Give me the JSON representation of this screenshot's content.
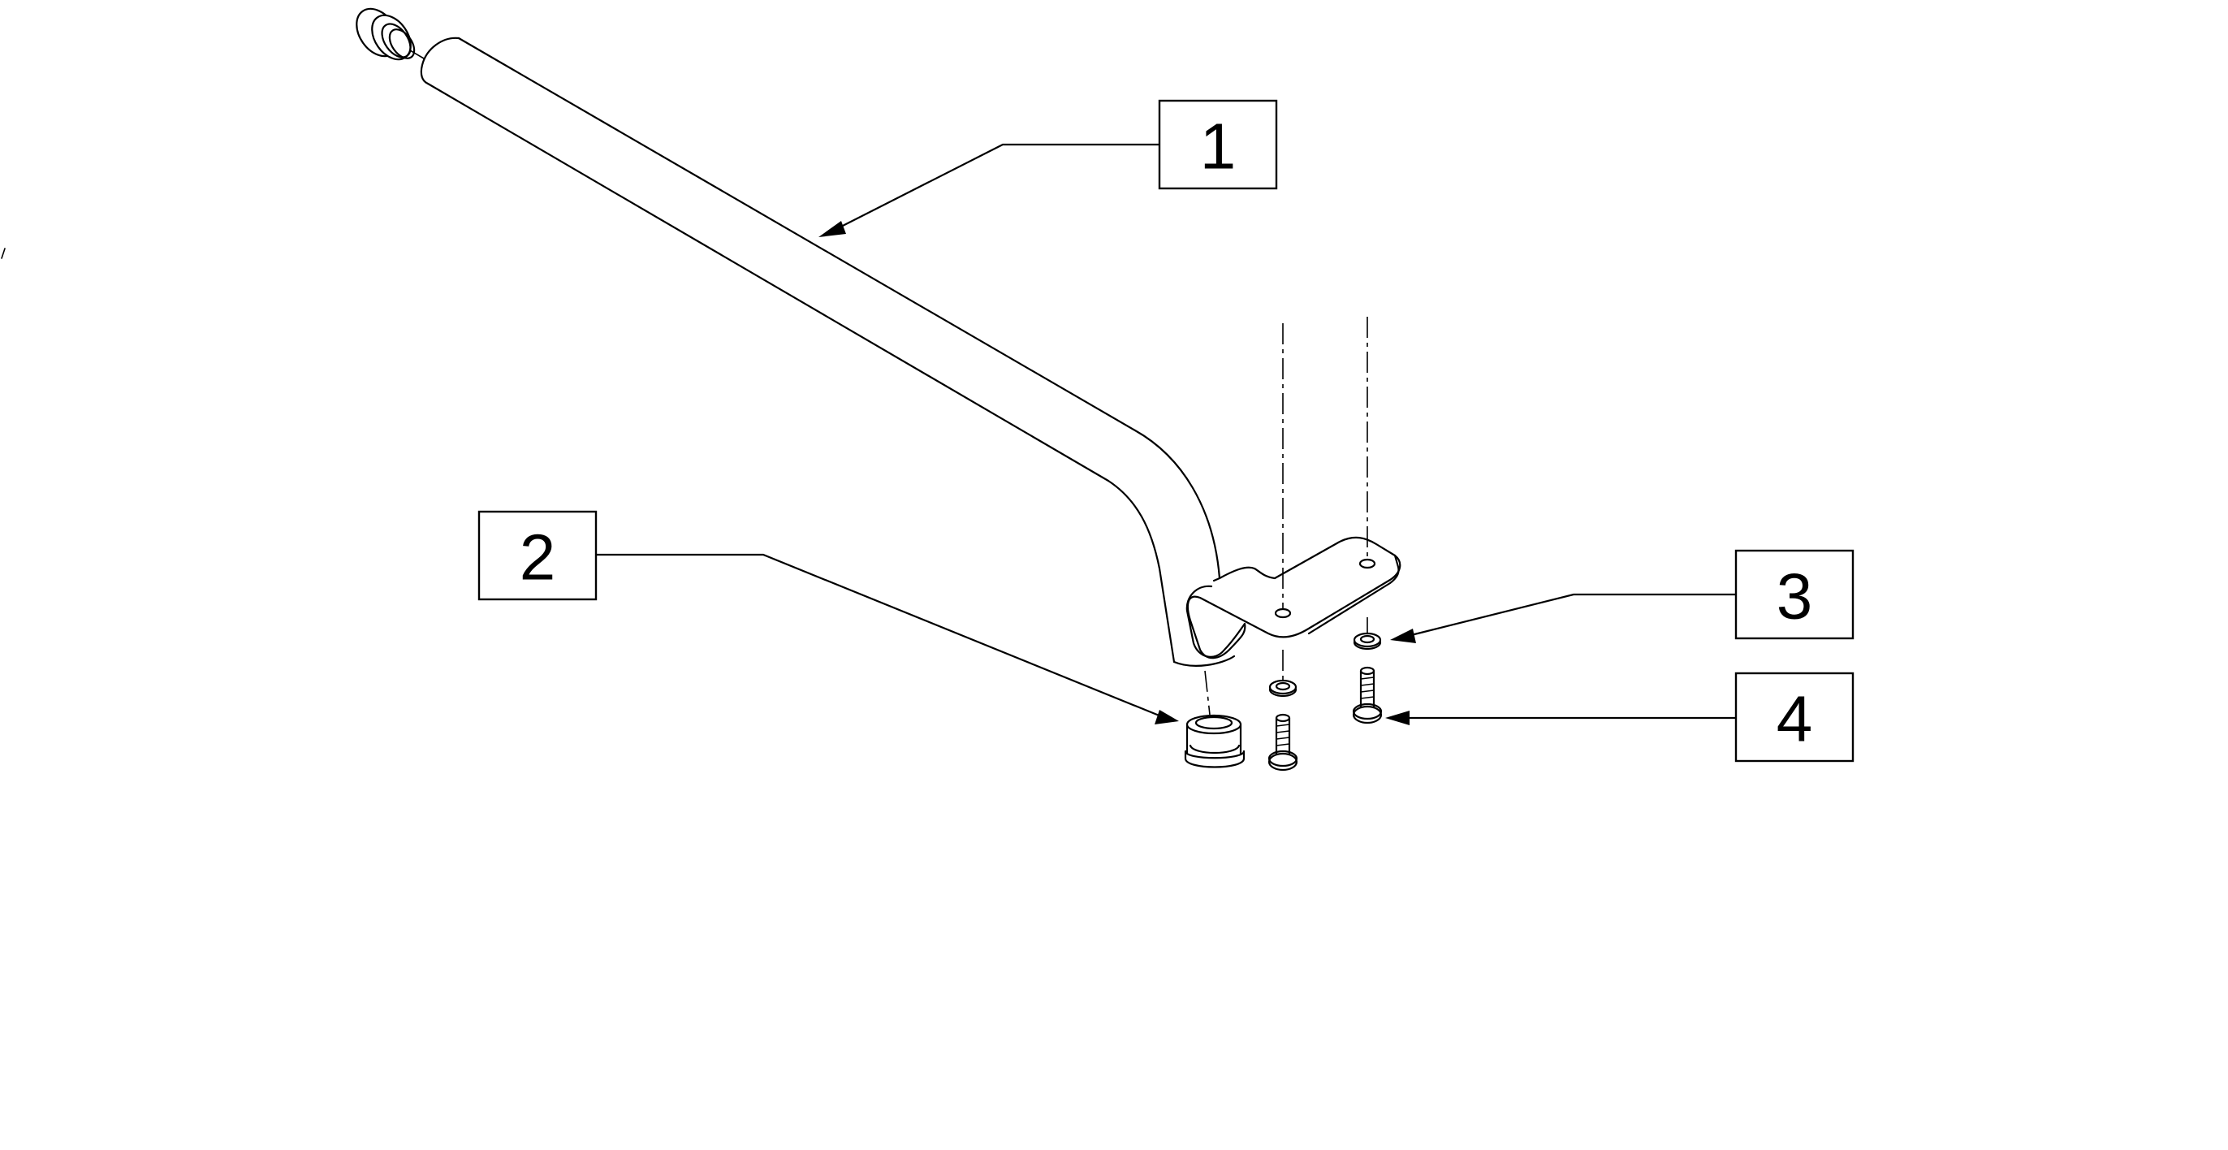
{
  "diagram": {
    "type": "exploded-parts-view",
    "callouts": [
      {
        "id": "1",
        "label": "1",
        "part": "tube"
      },
      {
        "id": "2",
        "label": "2",
        "part": "end-cap"
      },
      {
        "id": "3",
        "label": "3",
        "part": "washer"
      },
      {
        "id": "4",
        "label": "4",
        "part": "screw"
      }
    ]
  }
}
